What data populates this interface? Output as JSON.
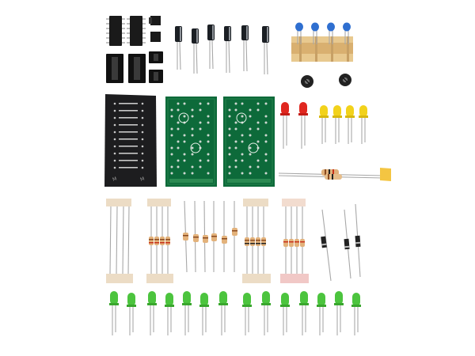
{
  "scene": {
    "background": "#ffffff",
    "components": [
      {
        "name": "dip-ic-chip",
        "count": 2,
        "color": "#1a1a1a"
      },
      {
        "name": "small-ic-chip",
        "count": 3,
        "color": "#1a1a1a"
      },
      {
        "name": "ic-socket",
        "count": 4,
        "color": "#111111"
      },
      {
        "name": "electrolytic-capacitor",
        "count": 6,
        "color": "#1b1f24"
      },
      {
        "name": "ceramic-capacitor-blue",
        "count": 4,
        "color": "#2f6fd0"
      },
      {
        "name": "trimmer-potentiometer",
        "count": 2,
        "color": "#222222"
      },
      {
        "name": "segment-display-front-panel",
        "count": 1,
        "color": "#1d1d1f"
      },
      {
        "name": "green-pcb",
        "count": 2,
        "color": "#0d6a3a"
      },
      {
        "name": "red-led",
        "count": 2,
        "color": "#e0271f"
      },
      {
        "name": "yellow-led",
        "count": 4,
        "color": "#f2d21b"
      },
      {
        "name": "green-led",
        "count": 14,
        "color": "#4cc43e"
      },
      {
        "name": "resistor-strip",
        "count": 5,
        "color": "#e9d3b4"
      },
      {
        "name": "diode",
        "count": 3,
        "color": "#222222"
      }
    ]
  }
}
